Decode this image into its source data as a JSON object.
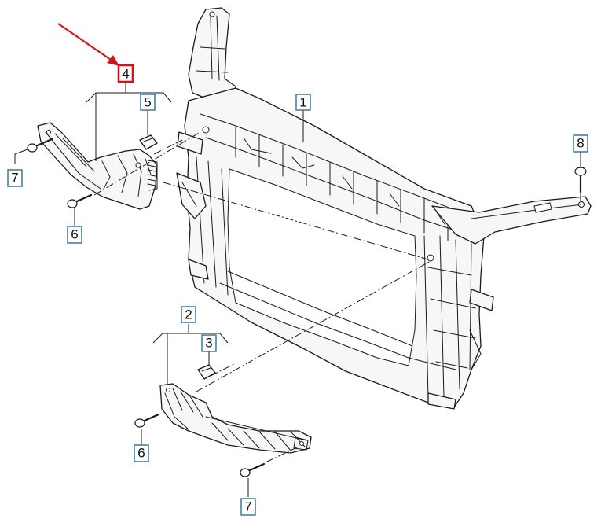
{
  "callouts": [
    {
      "label": "1",
      "highlight": false
    },
    {
      "label": "2",
      "highlight": false
    },
    {
      "label": "3",
      "highlight": false
    },
    {
      "label": "4",
      "highlight": true
    },
    {
      "label": "5",
      "highlight": false
    },
    {
      "label": "6",
      "highlight": false
    },
    {
      "label": "6",
      "highlight": false
    },
    {
      "label": "7",
      "highlight": false
    },
    {
      "label": "7",
      "highlight": false
    },
    {
      "label": "8",
      "highlight": false
    }
  ],
  "colors": {
    "callout_border": "#2a6f9a",
    "highlight": "#d0161d",
    "line": "#1a1a1a"
  }
}
